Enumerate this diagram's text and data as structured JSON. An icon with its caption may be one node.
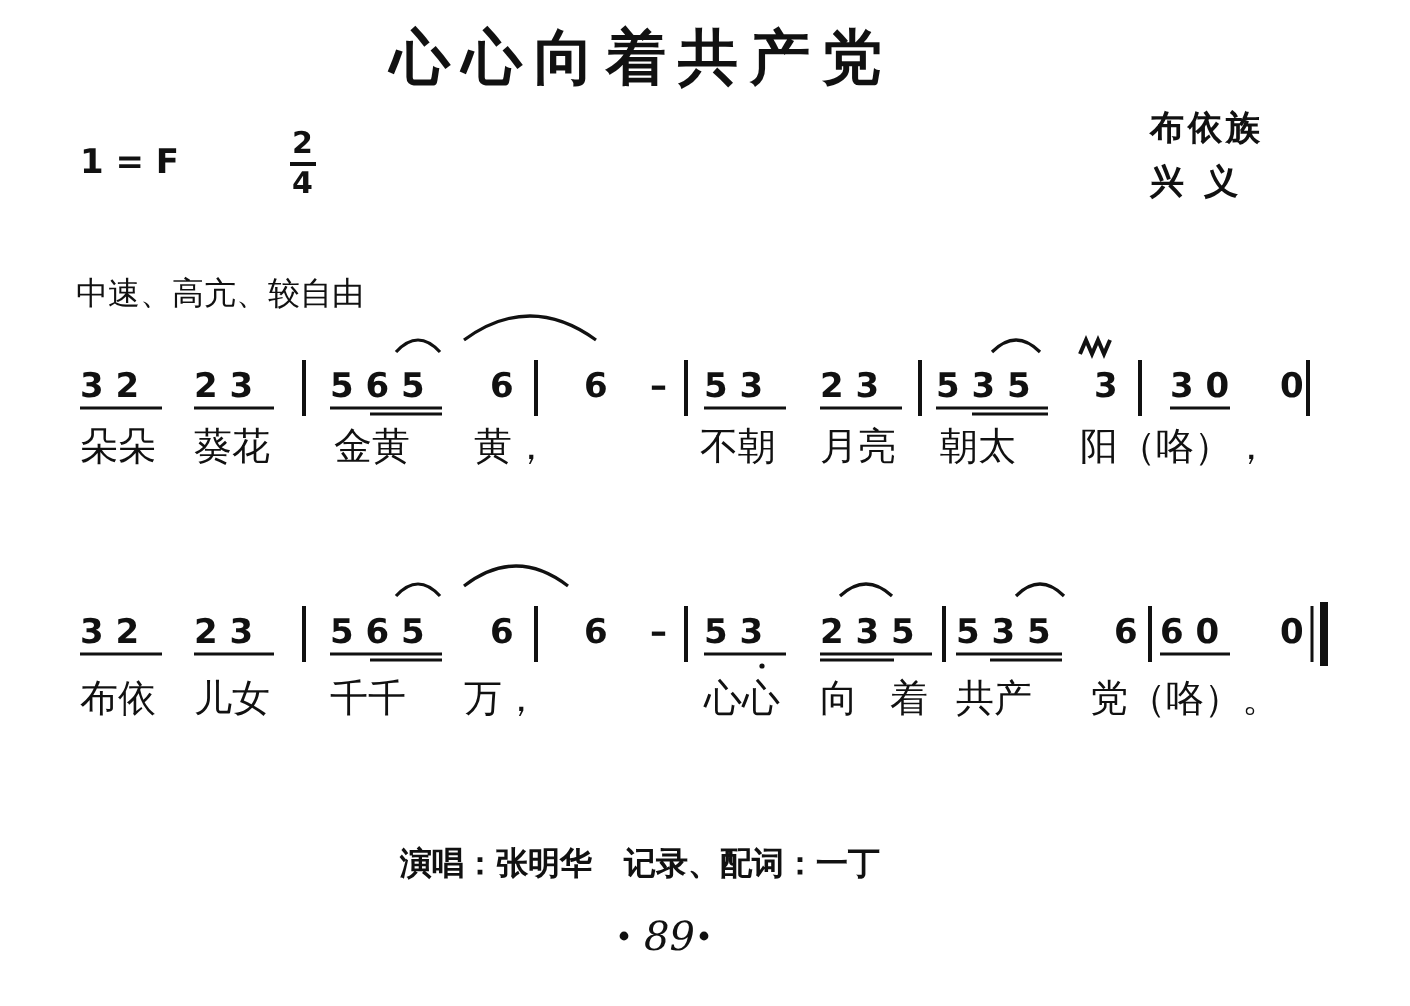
{
  "diagram": {
    "title": "心心向着共产党",
    "labels": [
      "1 = F",
      "2",
      "4",
      "布依族",
      "兴 义",
      "中速、高亢、较自由",
      "3 2",
      "2 3",
      "5 6 5",
      "6",
      "6",
      "–",
      "5 3",
      "2 3",
      "5 3 5",
      "3",
      "3 0",
      "0",
      "朵朵",
      "葵花",
      "金黄",
      "黄，",
      "不朝",
      "月亮",
      "朝太",
      "阳（咯），",
      "3 2",
      "2 3",
      "5 6 5",
      "6",
      "6",
      "–",
      "5 3",
      "2 3 5",
      "5 3 5",
      "6",
      "6 0",
      "0",
      "布依",
      "儿女",
      "千千",
      "万，",
      "心心",
      "向",
      "着",
      "共产",
      "党（咯）。",
      "演唱：张明华　记录、配词：一丁",
      "89"
    ]
  }
}
